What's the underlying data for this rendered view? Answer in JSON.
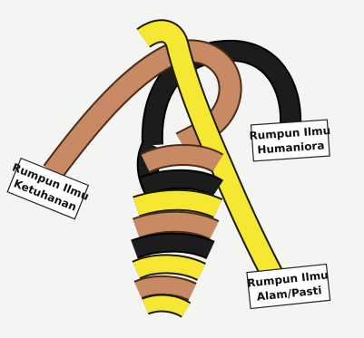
{
  "labels": {
    "ketuhanan": {
      "line1": "Rumpun Ilmu",
      "line2": "Ketuhanan"
    },
    "humaniora": {
      "line1": "Rumpun Ilmu",
      "line2": "Humaniora"
    },
    "alam_pasti": {
      "line1": "Rumpun Ilmu",
      "line2": "Alam/Pasti"
    }
  },
  "strands": {
    "ketuhanan": {
      "color": "#c88a64",
      "edge": "#4a2c18"
    },
    "humaniora": {
      "color": "#1c1c1c",
      "edge": "#000000"
    },
    "alam_pasti": {
      "color": "#f6e832",
      "edge": "#1e1c00"
    }
  },
  "background_color": "#f4f4f2"
}
